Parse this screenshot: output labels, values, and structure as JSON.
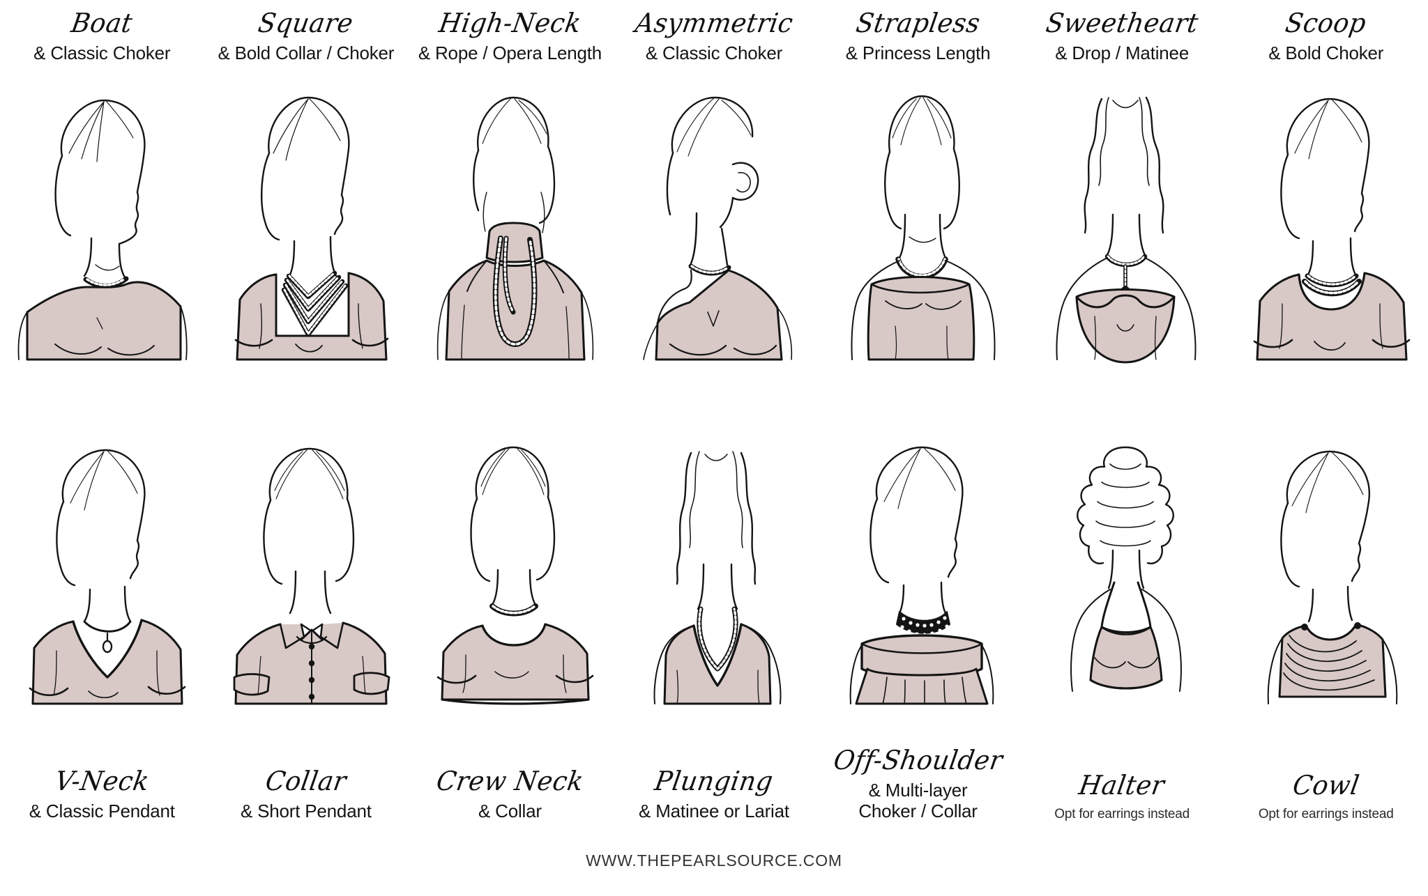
{
  "poster": {
    "background_color": "#ffffff",
    "garment_color": "#d8c9c6",
    "garment_shadow_color": "#c9b6b3",
    "ink_color": "#141414",
    "footer_url": "WWW.THEPEARLSOURCE.COM"
  },
  "top_row": [
    {
      "id": "boat",
      "neckline": "Boat",
      "pairing": "& Classic Choker",
      "figure": "boat-neckline-figure",
      "jewelry": "classic-choker"
    },
    {
      "id": "square",
      "neckline": "Square",
      "pairing": "& Bold Collar / Choker",
      "figure": "square-neckline-figure",
      "jewelry": "bold-collar-choker"
    },
    {
      "id": "high-neck",
      "neckline": "High-Neck",
      "pairing": "& Rope / Opera Length",
      "figure": "high-neck-figure",
      "jewelry": "rope-opera-length"
    },
    {
      "id": "asymmetric",
      "neckline": "Asymmetric",
      "pairing": "& Classic Choker",
      "figure": "asymmetric-neckline-figure",
      "jewelry": "classic-choker"
    },
    {
      "id": "strapless",
      "neckline": "Strapless",
      "pairing": "& Princess Length",
      "figure": "strapless-neckline-figure",
      "jewelry": "princess-length"
    },
    {
      "id": "sweetheart",
      "neckline": "Sweetheart",
      "pairing": "& Drop / Matinee",
      "figure": "sweetheart-neckline-figure",
      "jewelry": "drop-matinee"
    },
    {
      "id": "scoop",
      "neckline": "Scoop",
      "pairing": "& Bold Choker",
      "figure": "scoop-neckline-figure",
      "jewelry": "bold-choker"
    }
  ],
  "bottom_row": [
    {
      "id": "v-neck",
      "neckline": "V-Neck",
      "pairing": "& Classic Pendant",
      "figure": "v-neck-figure",
      "jewelry": "classic-pendant",
      "small": false
    },
    {
      "id": "collar",
      "neckline": "Collar",
      "pairing": "& Short Pendant",
      "figure": "collar-neckline-figure",
      "jewelry": "short-pendant",
      "small": false
    },
    {
      "id": "crew-neck",
      "neckline": "Crew Neck",
      "pairing": "& Collar",
      "figure": "crew-neck-figure",
      "jewelry": "collar-necklace",
      "small": false
    },
    {
      "id": "plunging",
      "neckline": "Plunging",
      "pairing": "& Matinee or Lariat",
      "figure": "plunging-neckline-figure",
      "jewelry": "matinee-lariat",
      "small": false
    },
    {
      "id": "off-shoulder",
      "neckline": "Off-Shoulder",
      "pairing": "& Multi-layer\nChoker / Collar",
      "figure": "off-shoulder-figure",
      "jewelry": "multi-layer-choker-collar",
      "small": false
    },
    {
      "id": "halter",
      "neckline": "Halter",
      "pairing": "Opt for earrings instead",
      "figure": "halter-neckline-figure",
      "jewelry": "none",
      "small": true
    },
    {
      "id": "cowl",
      "neckline": "Cowl",
      "pairing": "Opt for earrings instead",
      "figure": "cowl-neckline-figure",
      "jewelry": "none",
      "small": true
    }
  ]
}
